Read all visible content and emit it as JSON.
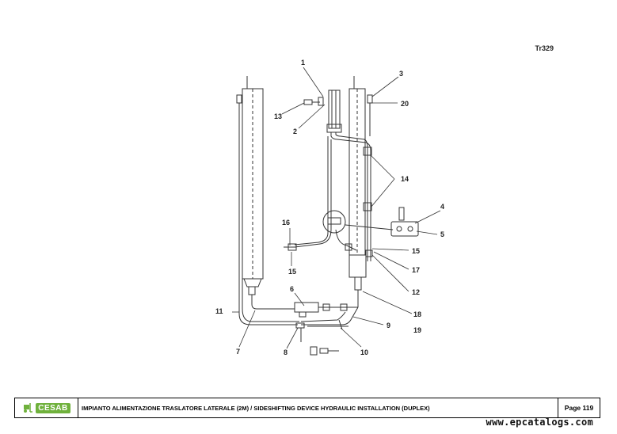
{
  "document": {
    "code": "Tr329",
    "title": "IMPIANTO ALIMENTAZIONE TRASLATORE LATERALE (2M) / SIDESHIFTING DEVICE HYDRAULIC INSTALLATION (DUPLEX)",
    "page": "Page 119",
    "brand": "CESAB",
    "watermark": "www.epcatalogs.com"
  },
  "callouts": [
    "1",
    "2",
    "3",
    "4",
    "5",
    "6",
    "7",
    "8",
    "9",
    "10",
    "11",
    "12",
    "13",
    "14",
    "15",
    "15",
    "16",
    "17",
    "18",
    "19",
    "20"
  ]
}
